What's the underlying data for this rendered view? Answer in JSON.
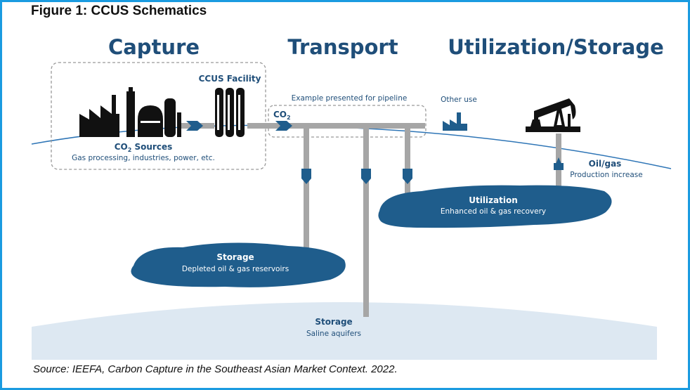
{
  "figure_title": "Figure 1: CCUS Schematics",
  "source_text": "Source: IEEFA, Carbon Capture in the Southeast Asian Market Context. 2022.",
  "headers": {
    "capture": "Capture",
    "transport": "Transport",
    "utilization_storage": "Utilization/Storage"
  },
  "labels": {
    "ccus_facility": "CCUS Facility",
    "pipeline_example": "Example presented for pipeline",
    "co2_pipe": "CO",
    "co2_pipe_sub": "2",
    "other_use": "Other use",
    "co2_sources": "CO",
    "co2_sources_sub": "2",
    "co2_sources_rest": " Sources",
    "sources_detail": "Gas processing, industries, power, etc.",
    "oil_gas": "Oil/gas",
    "production_increase": "Production increase",
    "utilization_title": "Utilization",
    "utilization_detail": "Enhanced oil & gas recovery",
    "storage1_title": "Storage",
    "storage1_detail": "Depleted oil & gas reservoirs",
    "storage2_title": "Storage",
    "storage2_detail": "Saline aquifers"
  },
  "colors": {
    "frame": "#1a9be0",
    "header": "#1f4e79",
    "reservoir": "#1f5d8c",
    "aquifer": "#dde8f2",
    "pipe": "#a6a6a6",
    "arrow": "#1f5d8c",
    "ground_line": "#2e75b6"
  },
  "icons": [
    "factory-icon",
    "refinery-icon",
    "ccus-facility-icon",
    "small-factory-icon",
    "oil-pump-icon"
  ]
}
